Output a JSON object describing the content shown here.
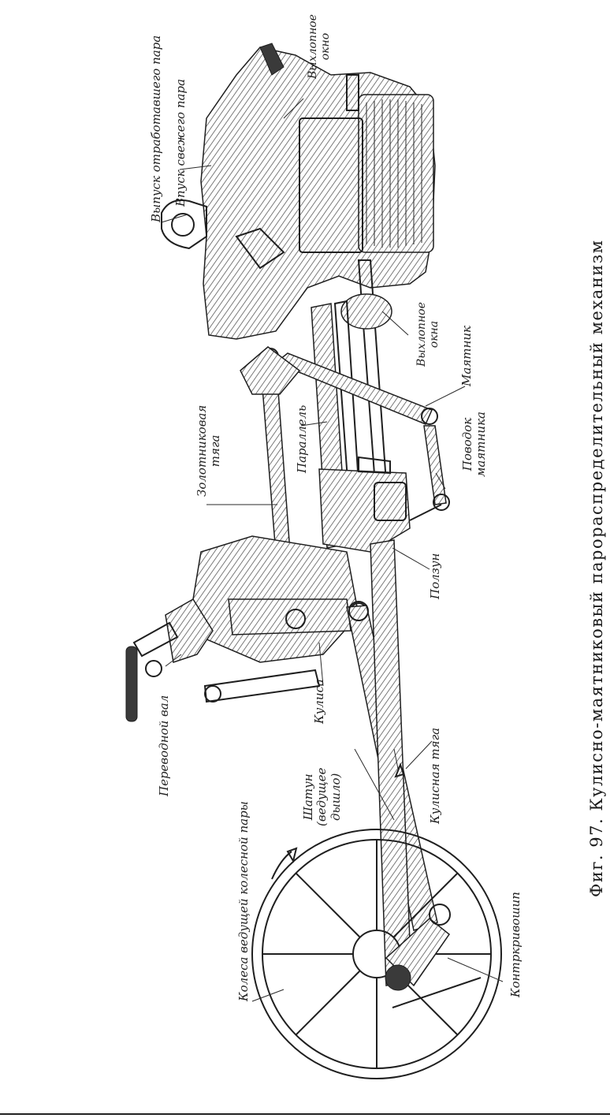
{
  "caption": "Фиг. 97. Кулисно-маятниковый парораспределительный механизм",
  "labels": {
    "exhaust_steam_outlet": "Выпуск отработавшего пара",
    "fresh_steam_inlet": "Впуск свежего пара",
    "exhaust_ports_top": "Выхлопное\nокно",
    "exhaust_ports_mid": "Выхлопное\nокна",
    "pendulum": "Маятник",
    "pendulum_link": "Поводок\nмаятника",
    "valve_rod": "Золотниковая\nтяга",
    "parallel": "Параллель",
    "crosshead": "Ползун",
    "reversing_shaft": "Переводной вал",
    "link": "Кулиса",
    "connecting_rod": "Шатун\n(ведущее\nдышло)",
    "eccentric_rod": "Кулисная тяга",
    "driving_wheels": "Колеса ведущей колесной пары",
    "return_crank": "Контркривошип"
  }
}
